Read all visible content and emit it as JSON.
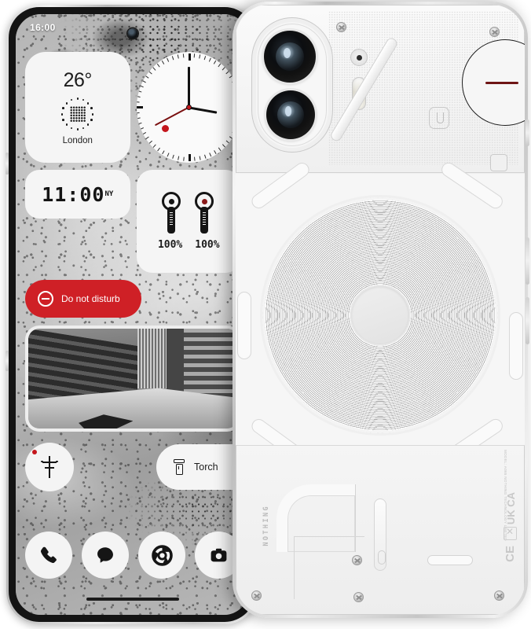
{
  "device": {
    "brand": "NOTHING",
    "model_text": "MODEL: A065  NOTHING TECHNOLOGY LIMITED",
    "reg_uk": "UK CA",
    "reg_ce": "CE"
  },
  "front": {
    "status_bar": {
      "time": "16:00"
    },
    "widgets": {
      "weather": {
        "temperature": "26°",
        "icon": "sun-dot-matrix-icon",
        "city": "London"
      },
      "analog_clock": {
        "icon": "analog-clock-widget",
        "hour": 4,
        "minute": 0,
        "second": 40
      },
      "digital_clock": {
        "time": "11:00",
        "timezone": "NY"
      },
      "earbuds": {
        "icon": "earbuds-icon",
        "left_battery": "100%",
        "right_battery": "100%"
      },
      "do_not_disturb": {
        "label": "Do not disturb",
        "icon": "minus-circle-icon",
        "color": "#cf2026",
        "active": true
      },
      "photo": {
        "icon": "photo-widget",
        "description": "black and white city buildings photo"
      }
    },
    "quick_actions": {
      "glyph": {
        "icon": "glyph-torch-icon",
        "badge": true
      },
      "torch": {
        "label": "Torch",
        "icon": "flashlight-icon"
      }
    },
    "dock": [
      {
        "name": "phone",
        "icon": "phone-icon"
      },
      {
        "name": "messages",
        "icon": "message-bubble-icon"
      },
      {
        "name": "chrome",
        "icon": "chrome-icon"
      },
      {
        "name": "camera",
        "icon": "camera-icon"
      }
    ],
    "home_indicator": true
  },
  "back": {
    "camera": {
      "lenses": 2,
      "flash": "led-flash",
      "glyph_strip": "led-glyph-strip"
    },
    "coil": "wireless-charging-coil",
    "colors": {
      "accent_red": "#6e1515",
      "body": "#f2f2f2"
    }
  }
}
